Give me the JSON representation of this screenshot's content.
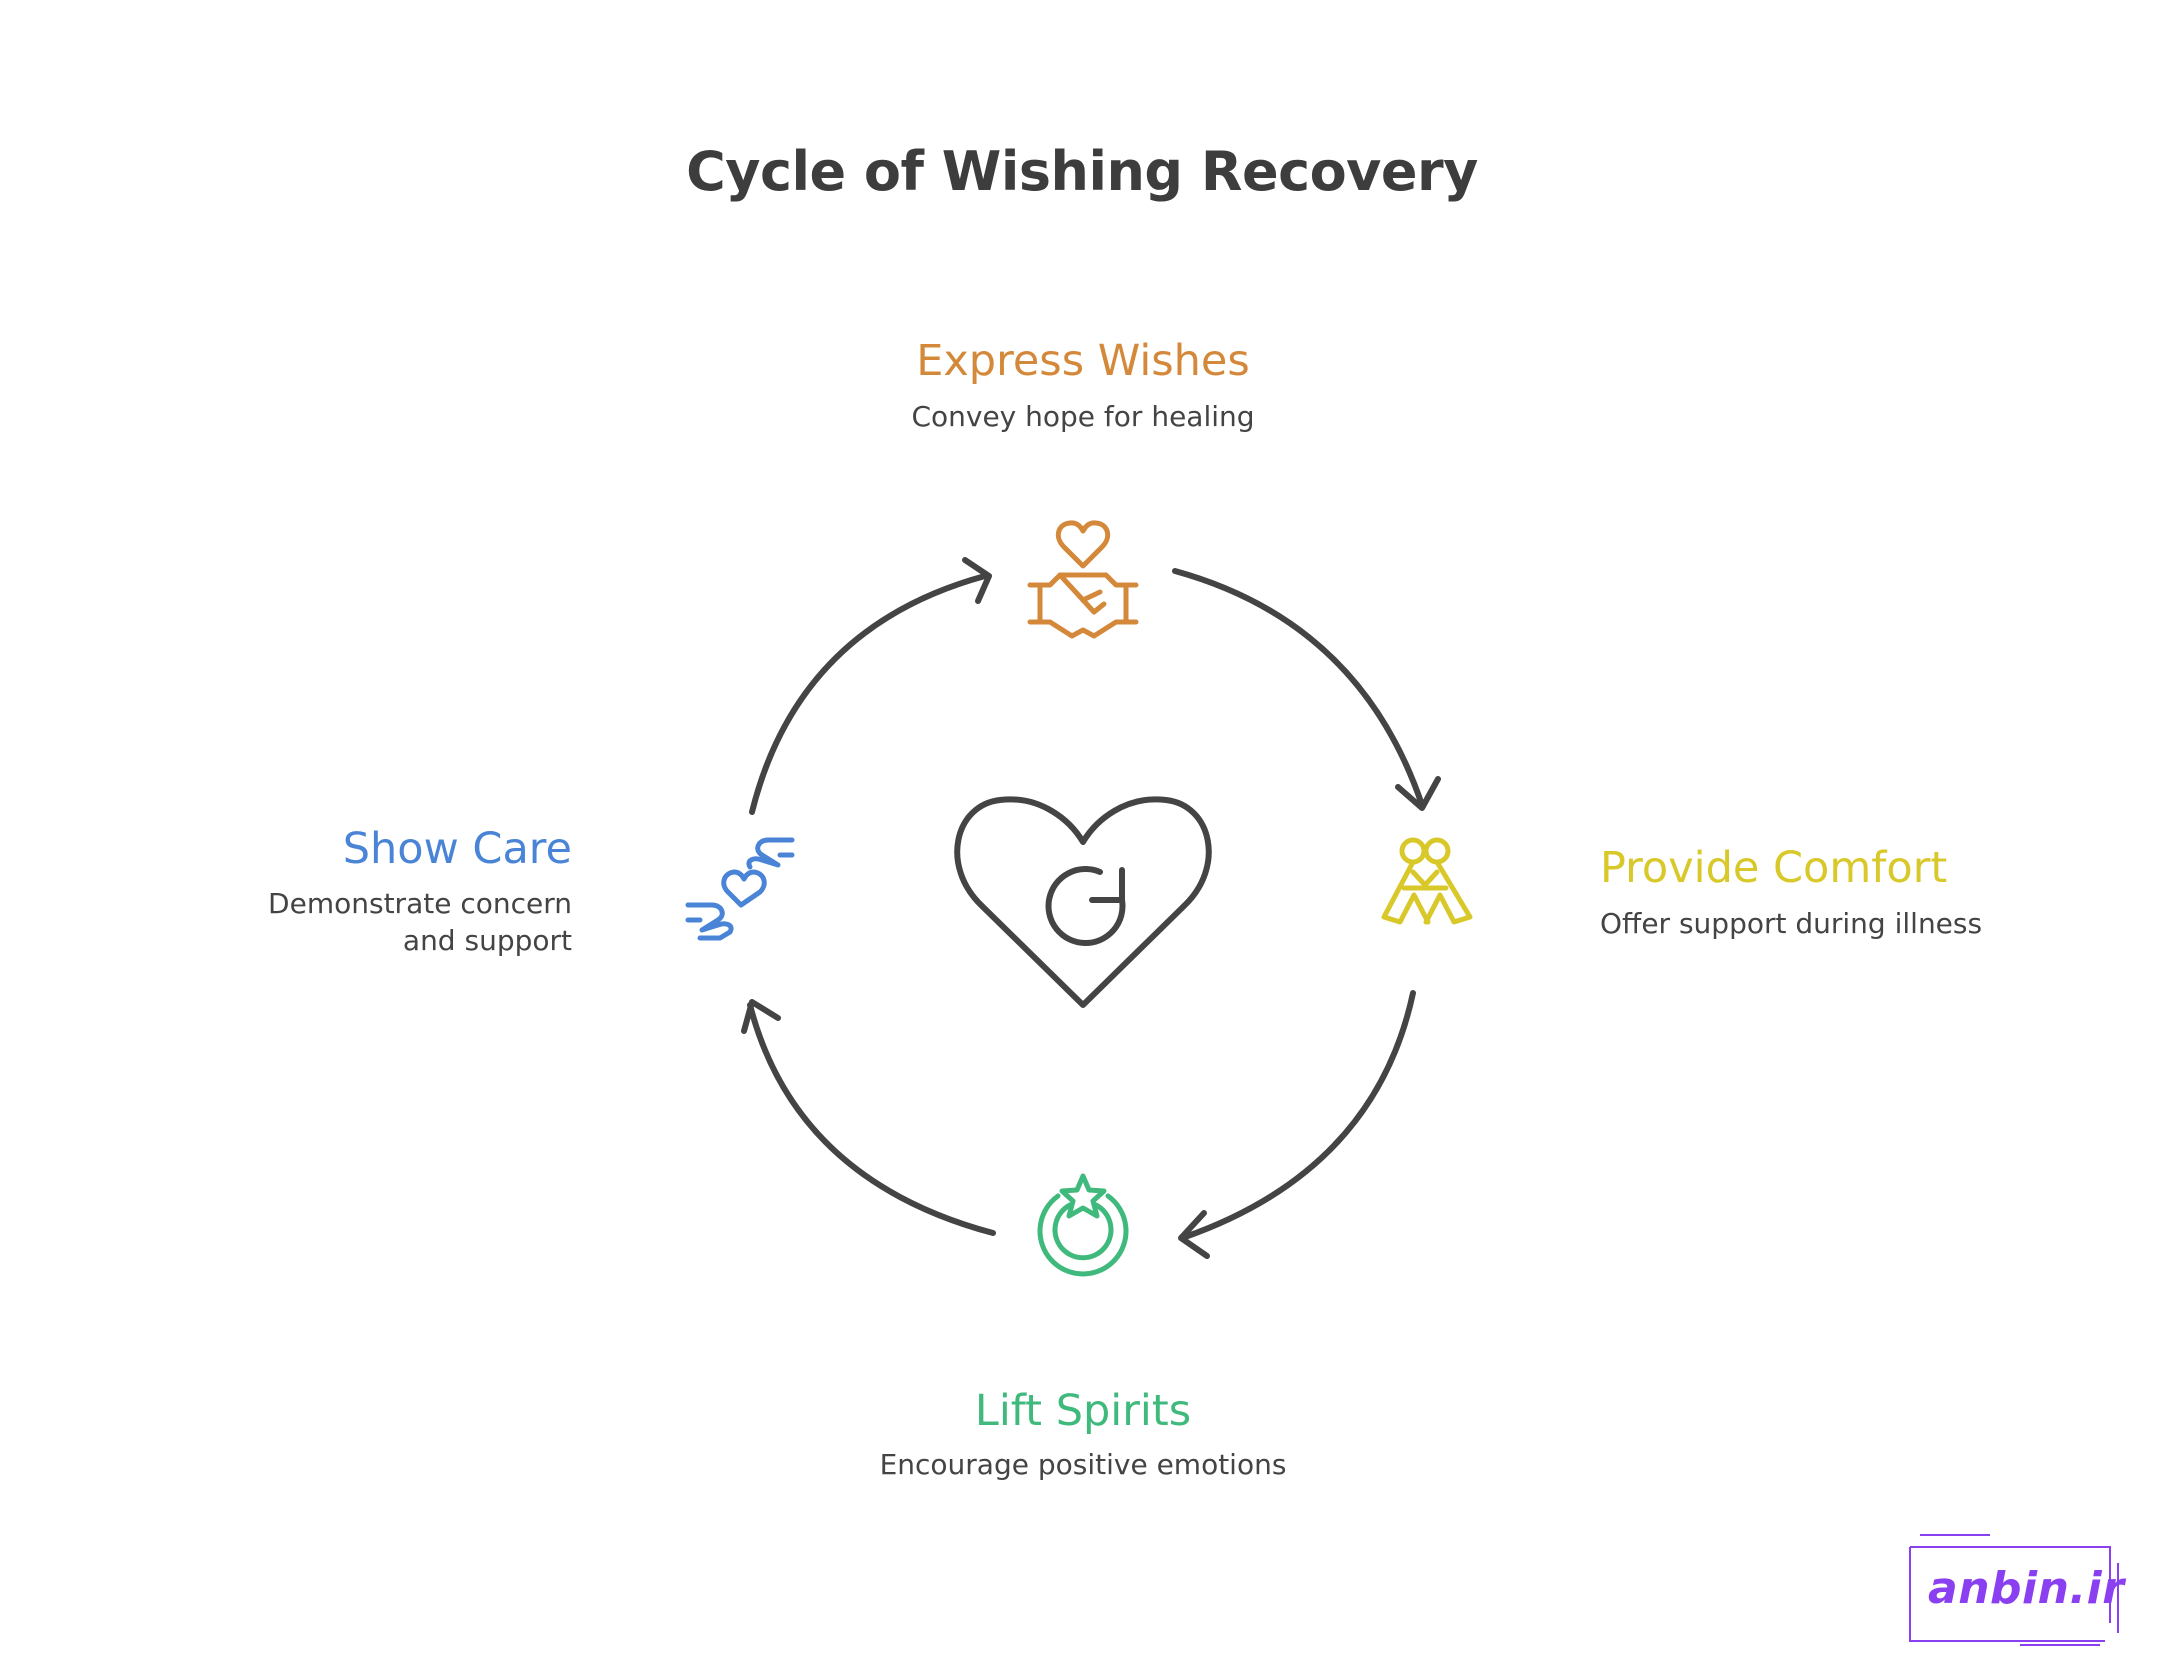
{
  "title": "Cycle of Wishing Recovery",
  "center_icon": "heart-refresh-icon",
  "stages": [
    {
      "title": "Express Wishes",
      "description": "Convey hope for healing",
      "icon": "heart-handshake-icon",
      "color": "#d4883a"
    },
    {
      "title": "Provide Comfort",
      "description": "Offer support during illness",
      "icon": "hugging-people-icon",
      "color": "#d8c82a"
    },
    {
      "title": "Lift Spirits",
      "description": "Encourage positive emotions",
      "icon": "star-moon-icon",
      "color": "#3fb97c"
    },
    {
      "title": "Show Care",
      "description": "Demonstrate concern and support",
      "icon": "hands-heart-icon",
      "color": "#4a84d6"
    }
  ],
  "colors": {
    "title": "#3d3d3d",
    "arrows": "#444444",
    "description": "#444444",
    "watermark": "#8a3ff0"
  },
  "watermark": "anbin.ir"
}
